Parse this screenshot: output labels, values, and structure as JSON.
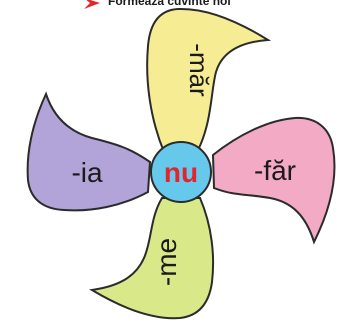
{
  "header": {
    "text": "Formează cuvinte noi"
  },
  "center": {
    "label": "nu"
  },
  "petals": {
    "top": "-măr",
    "left": "-ia",
    "right": "-făr",
    "bottom": "-me"
  },
  "colors": {
    "top_fill": "#f5ec93",
    "left_fill": "#b2a3d8",
    "right_fill": "#f2aac5",
    "bottom_fill": "#d9e889",
    "center_fill": "#66c9ec",
    "center_text": "#e3242b",
    "outline": "#2b2b2b",
    "header_marker": "#e3242b"
  }
}
